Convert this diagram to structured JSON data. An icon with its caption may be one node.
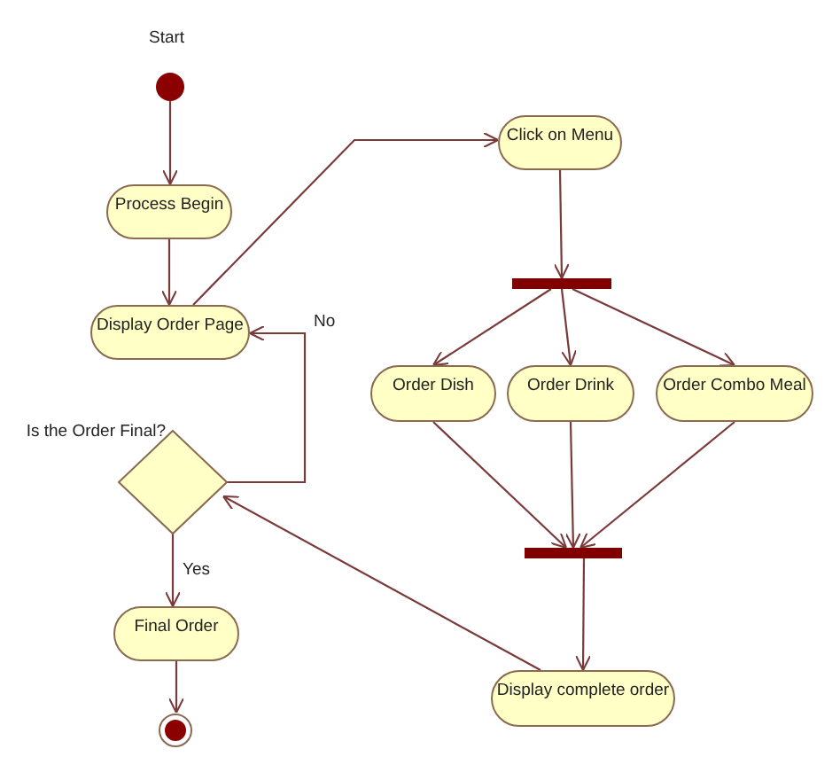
{
  "diagram": {
    "nodes": [
      {
        "text": [],
        "shape": "circle",
        "beside": [
          "Start"
        ]
      },
      {
        "text": [
          "Process Begin"
        ]
      },
      {
        "text": [
          "Display Order Page"
        ]
      },
      {
        "text": [
          "Is the Order Final?"
        ]
      },
      {
        "text": [
          "Final Order"
        ]
      },
      {
        "text": [],
        "shape": "circle"
      },
      {
        "text": [
          "Click on Menu"
        ]
      },
      {
        "text": [],
        "shape": "bar"
      },
      {
        "text": [
          "Order Dish"
        ]
      },
      {
        "text": [
          "Order Drink"
        ]
      },
      {
        "text": [
          "Order Combo Meal"
        ]
      },
      {
        "text": [],
        "shape": "bar"
      },
      {
        "text": [
          "Display complete order"
        ]
      }
    ],
    "edges": [
      {
        "from": 0,
        "to": 1,
        "arrow": "to"
      },
      {
        "from": 1,
        "to": 2,
        "arrow": "to"
      },
      {
        "from": 2,
        "to": 6,
        "arrow": "to"
      },
      {
        "from": 3,
        "to": 2,
        "arrow": "to",
        "label": "No"
      },
      {
        "from": 3,
        "to": 4,
        "arrow": "to",
        "label": "Yes"
      },
      {
        "from": 4,
        "to": 5,
        "arrow": "to"
      },
      {
        "from": 6,
        "to": 7,
        "arrow": "to"
      },
      {
        "from": 7,
        "to": 8,
        "arrow": "to"
      },
      {
        "from": 7,
        "to": 9,
        "arrow": "to"
      },
      {
        "from": 7,
        "to": 10,
        "arrow": "to"
      },
      {
        "from": 8,
        "to": 11,
        "arrow": "to"
      },
      {
        "from": 9,
        "to": 11,
        "arrow": "to"
      },
      {
        "from": 10,
        "to": 11,
        "arrow": "to"
      },
      {
        "from": 11,
        "to": 12,
        "arrow": "to"
      },
      {
        "from": 12,
        "to": 3,
        "arrow": "to"
      }
    ]
  }
}
